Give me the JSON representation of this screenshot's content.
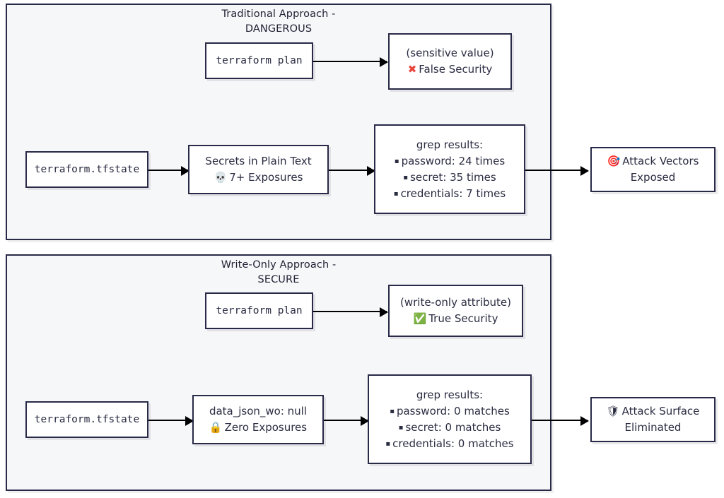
{
  "diagram": {
    "title_top": "Traditional Approach -\nDANGEROUS",
    "title_bottom": "Write-Only Approach -\nSECURE",
    "colors": {
      "border": "#282a47",
      "cluster_bg": "#f6f7f9",
      "node_bg": "#ffffff",
      "arrow": "#000000",
      "danger": "#e8453c",
      "success": "#4caf50"
    }
  },
  "traditional": {
    "plan_node": {
      "line1": "terraform plan"
    },
    "plan_output_node": {
      "line1": "(sensitive value)",
      "icon": "cross-mark-icon",
      "icon_glyph": "✖",
      "line2": "False Security"
    },
    "state_node": {
      "line1": "terraform.tfstate"
    },
    "secrets_node": {
      "line1": "Secrets in Plain Text",
      "icon": "skull-icon",
      "icon_glyph": "💀",
      "line2": "7+ Exposures"
    },
    "grep_node": {
      "title": "grep results:",
      "rows": [
        "password: 24 times",
        "secret: 35 times",
        "credentials: 7 times"
      ]
    },
    "outcome_node": {
      "icon": "target-icon",
      "icon_glyph": "🎯",
      "line1": "Attack Vectors",
      "line2": "Exposed"
    }
  },
  "writeonly": {
    "plan_node": {
      "line1": "terraform plan"
    },
    "plan_output_node": {
      "line1": "(write-only attribute)",
      "icon": "check-mark-icon",
      "icon_glyph": "✅",
      "line2": "True Security"
    },
    "state_node": {
      "line1": "terraform.tfstate"
    },
    "secrets_node": {
      "line1": "data_json_wo: null",
      "icon": "lock-icon",
      "icon_glyph": "🔒",
      "line2": "Zero Exposures"
    },
    "grep_node": {
      "title": "grep results:",
      "rows": [
        "password: 0 matches",
        "secret: 0 matches",
        "credentials: 0 matches"
      ]
    },
    "outcome_node": {
      "icon": "shield-icon",
      "icon_glyph": "🛡",
      "line1": "Attack Surface",
      "line2": "Eliminated"
    }
  }
}
